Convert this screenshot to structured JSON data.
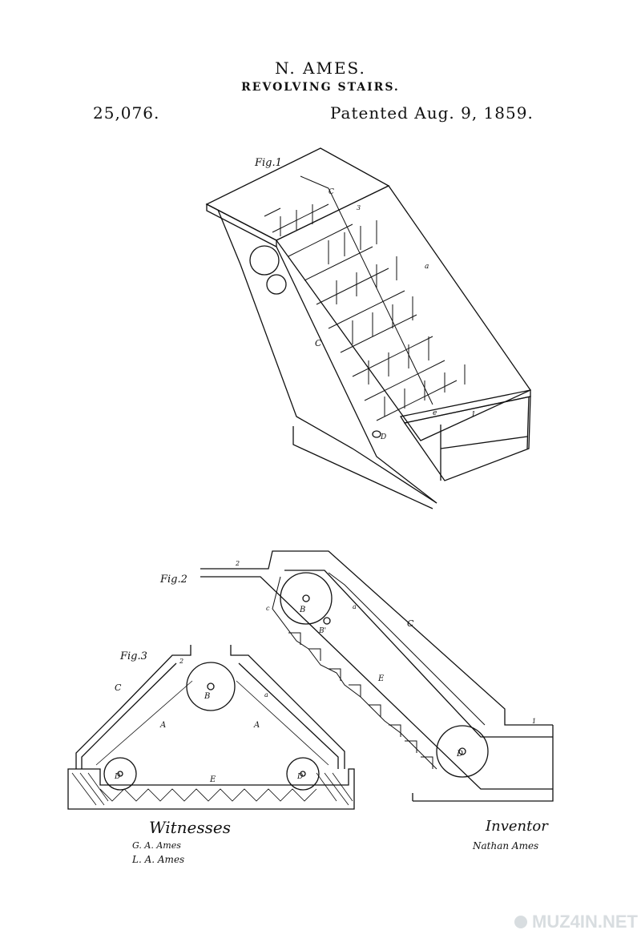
{
  "header": {
    "inventor": "N. AMES.",
    "title": "REVOLVING STAIRS.",
    "patent_number": "25,076.",
    "patent_date": "Patented Aug. 9, 1859."
  },
  "figures": {
    "fig1": {
      "label": "Fig.1",
      "letters": [
        "C",
        "C",
        "a",
        "D",
        "1",
        "3",
        "e"
      ]
    },
    "fig2": {
      "label": "Fig.2",
      "letters": [
        "2",
        "B",
        "B'",
        "C",
        "a",
        "E",
        "D",
        "1",
        "c"
      ]
    },
    "fig3": {
      "label": "Fig.3",
      "letters": [
        "C",
        "B",
        "A",
        "A",
        "D",
        "D",
        "E",
        "a",
        "2"
      ]
    }
  },
  "signatures": {
    "witnesses_label": "Witnesses",
    "witness_1": "G. A. Ames",
    "witness_2": "L. A. Ames",
    "inventor_label": "Inventor",
    "inventor_signature": "Nathan Ames"
  },
  "watermark": "MUZ4IN.NET"
}
